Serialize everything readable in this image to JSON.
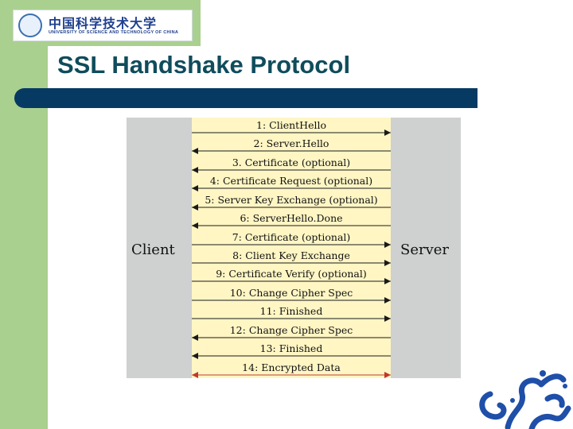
{
  "logo": {
    "chinese_name": "中国科学技术大学",
    "english_name": "UNIVERSITY OF SCIENCE AND TECHNOLOGY OF CHINA"
  },
  "slide": {
    "title": "SSL Handshake Protocol"
  },
  "colors": {
    "sidebar_green": "#a9d08e",
    "title_teal": "#0f4c5c",
    "rule_navy": "#063a63",
    "diagram_yellow": "#fff6c4",
    "lane_gray": "#cfd0d0",
    "logo_blue": "#1f4fa8",
    "arrow_black": "#1a1a1a",
    "arrow_red": "#c0392b"
  },
  "diagram": {
    "client_label": "Client",
    "server_label": "Server",
    "messages": [
      {
        "label": "1: ClientHello",
        "direction": "to-server"
      },
      {
        "label": "2: Server.Hello",
        "direction": "to-client"
      },
      {
        "label": "3. Certificate (optional)",
        "direction": "to-client"
      },
      {
        "label": "4: Certificate Request (optional)",
        "direction": "to-client"
      },
      {
        "label": "5: Server Key Exchange (optional)",
        "direction": "to-client"
      },
      {
        "label": "6: ServerHello.Done",
        "direction": "to-client"
      },
      {
        "label": "7: Certificate (optional)",
        "direction": "to-server"
      },
      {
        "label": "8: Client Key Exchange",
        "direction": "to-server"
      },
      {
        "label": "9: Certificate Verify (optional)",
        "direction": "to-server"
      },
      {
        "label": "10: Change Cipher Spec",
        "direction": "to-server"
      },
      {
        "label": "11: Finished",
        "direction": "to-server"
      },
      {
        "label": "12: Change Cipher Spec",
        "direction": "to-client"
      },
      {
        "label": "13: Finished",
        "direction": "to-client"
      },
      {
        "label": "14: Encrypted Data",
        "direction": "both"
      }
    ]
  },
  "emblem": {
    "icon": "dragon-emblem-icon"
  }
}
